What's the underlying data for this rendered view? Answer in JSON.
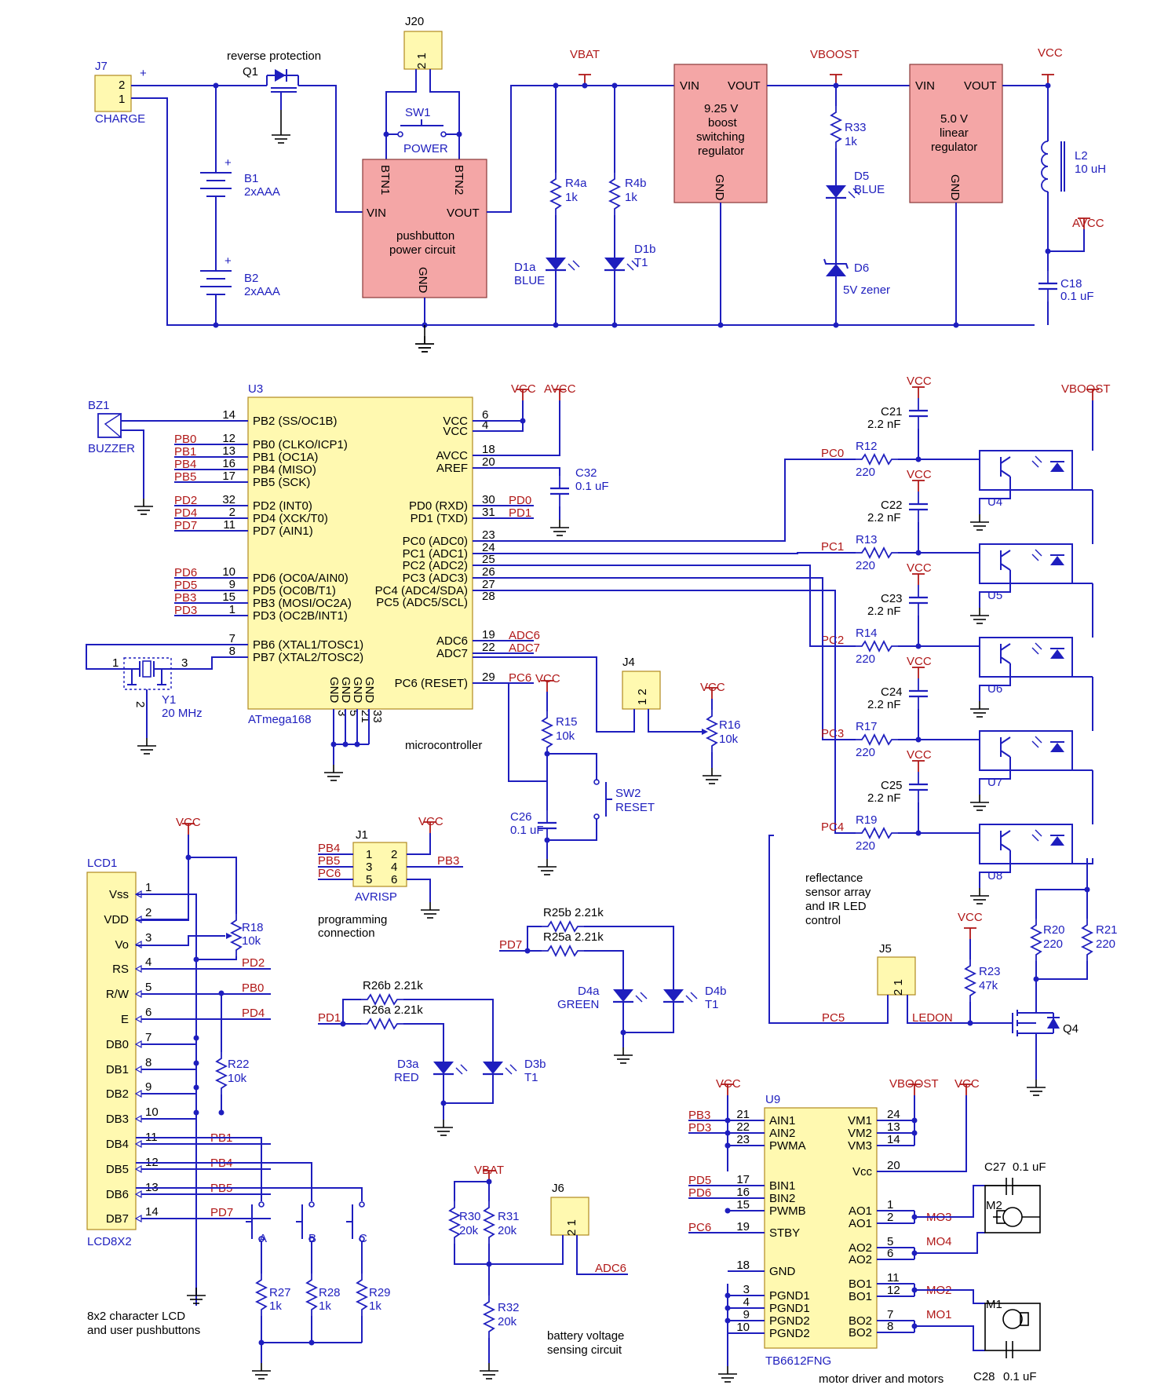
{
  "power": {
    "j7": "J7",
    "j7_pin2": "2",
    "j7_pin1": "1",
    "charge": "CHARGE",
    "plus": "+",
    "q1": "Q1",
    "reverse": "reverse protection",
    "j20": "J20",
    "j20_pins": "2  1",
    "sw1": "SW1",
    "power": "POWER",
    "b1": "B1",
    "b1v": "2xAAA",
    "b2": "B2",
    "b2v": "2xAAA",
    "pb_btn1": "BTN1",
    "pb_btn2": "BTN2",
    "pb_vin": "VIN",
    "pb_vout": "VOUT",
    "pb_title1": "pushbutton",
    "pb_title2": "power circuit",
    "pb_gnd": "GND",
    "vbat": "VBAT",
    "r4a": "R4a",
    "r4a_v": "1k",
    "r4b": "R4b",
    "r4b_v": "1k",
    "d1a": "D1a",
    "d1a_v": "BLUE",
    "d1b": "D1b",
    "d1b_v": "T1",
    "boost_vin": "VIN",
    "boost_vout": "VOUT",
    "boost1": "9.25 V",
    "boost2": "boost",
    "boost3": "switching",
    "boost4": "regulator",
    "boost_gnd": "GND",
    "vboost": "VBOOST",
    "r33": "R33",
    "r33_v": "1k",
    "d5": "D5",
    "d5_v": "BLUE",
    "d6": "D6",
    "d6_v": "5V zener",
    "lin_vin": "VIN",
    "lin_vout": "VOUT",
    "lin1": "5.0 V",
    "lin2": "linear",
    "lin3": "regulator",
    "lin_gnd": "GND",
    "vcc": "VCC",
    "l2": "L2",
    "l2_v": "10 uH",
    "avcc": "AVCC",
    "c18": "C18",
    "c18_v": "0.1 uF"
  },
  "mcu": {
    "u3": "U3",
    "part": "ATmega168",
    "caption": "microcontroller",
    "bz1": "BZ1",
    "buzzer": "BUZZER",
    "left_pins": [
      {
        "num": "14",
        "name": "PB2 (SS/OC1B)",
        "net": ""
      },
      {
        "num": "12",
        "name": "PB0 (CLKO/ICP1)",
        "net": "PB0"
      },
      {
        "num": "13",
        "name": "PB1 (OC1A)",
        "net": "PB1"
      },
      {
        "num": "16",
        "name": "PB4 (MISO)",
        "net": "PB4"
      },
      {
        "num": "17",
        "name": "PB5 (SCK)",
        "net": "PB5"
      },
      {
        "num": "32",
        "name": "PD2 (INT0)",
        "net": "PD2"
      },
      {
        "num": "2",
        "name": "PD4 (XCK/T0)",
        "net": "PD4"
      },
      {
        "num": "11",
        "name": "PD7 (AIN1)",
        "net": "PD7"
      },
      {
        "num": "10",
        "name": "PD6 (OC0A/AIN0)",
        "net": "PD6"
      },
      {
        "num": "9",
        "name": "PD5 (OC0B/T1)",
        "net": "PD5"
      },
      {
        "num": "15",
        "name": "PB3 (MOSI/OC2A)",
        "net": "PB3"
      },
      {
        "num": "1",
        "name": "PD3 (OC2B/INT1)",
        "net": "PD3"
      },
      {
        "num": "7",
        "name": "PB6 (XTAL1/TOSC1)",
        "net": ""
      },
      {
        "num": "8",
        "name": "PB7 (XTAL2/TOSC2)",
        "net": ""
      }
    ],
    "right_pins": [
      {
        "num": "6",
        "name": "VCC",
        "net": ""
      },
      {
        "num": "4",
        "name": "VCC",
        "net": ""
      },
      {
        "num": "18",
        "name": "AVCC",
        "net": ""
      },
      {
        "num": "20",
        "name": "AREF",
        "net": ""
      },
      {
        "num": "30",
        "name": "PD0 (RXD)",
        "net": "PD0"
      },
      {
        "num": "31",
        "name": "PD1 (TXD)",
        "net": "PD1"
      },
      {
        "num": "23",
        "name": "PC0 (ADC0)",
        "net": ""
      },
      {
        "num": "24",
        "name": "PC1 (ADC1)",
        "net": ""
      },
      {
        "num": "25",
        "name": "PC2 (ADC2)",
        "net": ""
      },
      {
        "num": "26",
        "name": "PC3 (ADC3)",
        "net": ""
      },
      {
        "num": "27",
        "name": "PC4 (ADC4/SDA)",
        "net": ""
      },
      {
        "num": "28",
        "name": "PC5 (ADC5/SCL)",
        "net": ""
      },
      {
        "num": "19",
        "name": "ADC6",
        "net": "ADC6"
      },
      {
        "num": "22",
        "name": "ADC7",
        "net": "ADC7"
      },
      {
        "num": "29",
        "name": "PC6 (RESET)",
        "net": "PC6"
      }
    ],
    "gnd_pins": [
      "GND",
      "GND",
      "GND",
      "GND"
    ],
    "gnd_nums": [
      "3",
      "5",
      "21",
      "33"
    ],
    "c32": "C32",
    "c32_v": "0.1 uF",
    "vcc": "VCC",
    "avcc": "AVCC",
    "y1": "Y1",
    "y1_v": "20 MHz",
    "y1_p1": "1",
    "y1_p3": "3",
    "y1_p2": "2"
  },
  "reset": {
    "vcc": "VCC",
    "r15": "R15",
    "r15_v": "10k",
    "c26": "C26",
    "c26_v": "0.1 uF",
    "sw2": "SW2",
    "reset": "RESET",
    "j4": "J4",
    "j4_pins": "1  2",
    "r16": "R16",
    "r16_v": "10k"
  },
  "sensors": {
    "vboost": "VBOOST",
    "channels": [
      {
        "c": "C21",
        "cv": "2.2 nF",
        "net": "PC0",
        "r": "R12",
        "rv": "220",
        "u": "U4"
      },
      {
        "c": "C22",
        "cv": "2.2 nF",
        "net": "PC1",
        "r": "R13",
        "rv": "220",
        "u": "U5"
      },
      {
        "c": "C23",
        "cv": "2.2 nF",
        "net": "PC2",
        "r": "R14",
        "rv": "220",
        "u": "U6"
      },
      {
        "c": "C24",
        "cv": "2.2 nF",
        "net": "PC3",
        "r": "R17",
        "rv": "220",
        "u": "U7"
      },
      {
        "c": "C25",
        "cv": "2.2 nF",
        "net": "PC4",
        "r": "R19",
        "rv": "220",
        "u": "U8"
      }
    ],
    "caption1": "reflectance",
    "caption2": "sensor array",
    "caption3": "and IR LED",
    "caption4": "control",
    "r20": "R20",
    "r20_v": "220",
    "r21": "R21",
    "r21_v": "220",
    "j5": "J5",
    "j5_pins": "2  1",
    "r23": "R23",
    "r23_v": "47k",
    "pc5": "PC5",
    "ledon": "LEDON",
    "q4": "Q4"
  },
  "isp": {
    "j1": "J1",
    "vcc": "VCC",
    "pins": [
      "2",
      "4",
      "6",
      "1",
      "3",
      "5"
    ],
    "pb4": "PB4",
    "pb5": "PB5",
    "pc6": "PC6",
    "pb3": "PB3",
    "avrisp": "AVRISP",
    "cap1": "programming",
    "cap2": "connection"
  },
  "lcd": {
    "lcd1": "LCD1",
    "part": "LCD8X2",
    "vcc": "VCC",
    "pins": [
      {
        "name": "Vss",
        "num": "1",
        "net": ""
      },
      {
        "name": "VDD",
        "num": "2",
        "net": ""
      },
      {
        "name": "Vo",
        "num": "3",
        "net": ""
      },
      {
        "name": "RS",
        "num": "4",
        "net": "PD2"
      },
      {
        "name": "R/W",
        "num": "5",
        "net": "PB0"
      },
      {
        "name": "E",
        "num": "6",
        "net": "PD4"
      },
      {
        "name": "DB0",
        "num": "7",
        "net": ""
      },
      {
        "name": "DB1",
        "num": "8",
        "net": ""
      },
      {
        "name": "DB2",
        "num": "9",
        "net": ""
      },
      {
        "name": "DB3",
        "num": "10",
        "net": ""
      },
      {
        "name": "DB4",
        "num": "11",
        "net": "PB1"
      },
      {
        "name": "DB5",
        "num": "12",
        "net": "PB4"
      },
      {
        "name": "DB6",
        "num": "13",
        "net": "PB5"
      },
      {
        "name": "DB7",
        "num": "14",
        "net": "PD7"
      }
    ],
    "r18": "R18",
    "r18_v": "10k",
    "r22": "R22",
    "r22_v": "10k",
    "btn_a": "A",
    "btn_b": "B",
    "btn_c": "C",
    "r27": "R27",
    "r27_v": "1k",
    "r28": "R28",
    "r28_v": "1k",
    "r29": "R29",
    "r29_v": "1k",
    "cap1": "8x2 character LCD",
    "cap2": "and user pushbuttons"
  },
  "leds": {
    "pd7": "PD7",
    "r25b": "R25b  2.21k",
    "r25a": "R25a  2.21k",
    "d4a": "D4a",
    "d4a_v": "GREEN",
    "d4b": "D4b",
    "d4b_v": "T1",
    "pd1": "PD1",
    "r26b": "R26b  2.21k",
    "r26a": "R26a  2.21k",
    "d3a": "D3a",
    "d3a_v": "RED",
    "d3b": "D3b",
    "d3b_v": "T1"
  },
  "battery": {
    "vbat": "VBAT",
    "r30": "R30",
    "r30_v": "20k",
    "r31": "R31",
    "r31_v": "20k",
    "r32": "R32",
    "r32_v": "20k",
    "j6": "J6",
    "j6_pins": "2  1",
    "adc6": "ADC6",
    "cap1": "battery voltage",
    "cap2": "sensing circuit"
  },
  "motor": {
    "u9": "U9",
    "part": "TB6612FNG",
    "vcc": "VCC",
    "vboost": "VBOOST",
    "vcc2": "VCC",
    "left_pins": [
      {
        "num": "21",
        "name": "AIN1",
        "net": "PB3"
      },
      {
        "num": "22",
        "name": "AIN2",
        "net": "PD3"
      },
      {
        "num": "23",
        "name": "PWMA",
        "net": ""
      },
      {
        "num": "17",
        "name": "BIN1",
        "net": "PD5"
      },
      {
        "num": "16",
        "name": "BIN2",
        "net": "PD6"
      },
      {
        "num": "15",
        "name": "PWMB",
        "net": ""
      },
      {
        "num": "19",
        "name": "STBY",
        "net": "PC6"
      },
      {
        "num": "18",
        "name": "GND",
        "net": ""
      },
      {
        "num": "3",
        "name": "PGND1",
        "net": ""
      },
      {
        "num": "4",
        "name": "PGND1",
        "net": ""
      },
      {
        "num": "9",
        "name": "PGND2",
        "net": ""
      },
      {
        "num": "10",
        "name": "PGND2",
        "net": ""
      }
    ],
    "right_pins": [
      {
        "num": "24",
        "name": "VM1",
        "net": ""
      },
      {
        "num": "13",
        "name": "VM2",
        "net": ""
      },
      {
        "num": "14",
        "name": "VM3",
        "net": ""
      },
      {
        "num": "20",
        "name": "Vcc",
        "net": ""
      },
      {
        "num": "1",
        "name": "AO1",
        "net": ""
      },
      {
        "num": "2",
        "name": "AO1",
        "net": "MO3"
      },
      {
        "num": "5",
        "name": "AO2",
        "net": "MO4"
      },
      {
        "num": "6",
        "name": "AO2",
        "net": ""
      },
      {
        "num": "11",
        "name": "BO1",
        "net": ""
      },
      {
        "num": "12",
        "name": "BO1",
        "net": "MO2"
      },
      {
        "num": "7",
        "name": "BO2",
        "net": "MO1"
      },
      {
        "num": "8",
        "name": "BO2",
        "net": ""
      }
    ],
    "c27": "C27",
    "c27_v": "0.1 uF",
    "c28": "C28",
    "c28_v": "0.1 uF",
    "m1": "M1",
    "m2": "M2",
    "caption": "motor driver and motors"
  }
}
